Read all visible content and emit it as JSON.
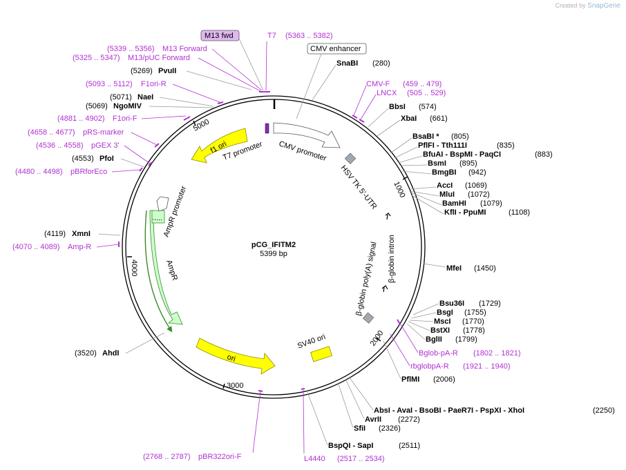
{
  "watermark": {
    "created_by": "Created by",
    "brand": "SnapGene"
  },
  "plasmid": {
    "name": "pCG_IFITM2",
    "length": "5399 bp"
  },
  "ticks": [
    "1000",
    "2000",
    "3000",
    "4000",
    "5000"
  ],
  "features": {
    "f1_ori": "f1 ori",
    "t7_promoter": "T7 promoter",
    "cmv_promoter": "CMV promoter",
    "hsv_utr": "HSV TK 5'-UTR",
    "bglobin_intron": "β-globin intron",
    "bglobin_polya": "β-globin poly(A) signal",
    "sv40_ori": "SV40 ori",
    "ori": "ori",
    "ampr": "AmpR",
    "ampr_promoter": "AmpR promoter"
  },
  "boxed": {
    "m13_fwd": "M13 fwd",
    "cmv_enhancer": "CMV enhancer"
  },
  "primers_top": [
    {
      "name": "T7",
      "range": "(5363 .. 5382)"
    },
    {
      "name": "M13 Forward",
      "range": "(5339 .. 5356)"
    },
    {
      "name": "M13/pUC Forward",
      "range": "(5325 .. 5347)"
    },
    {
      "name": "F1ori-R",
      "range": "(5093 .. 5112)"
    },
    {
      "name": "F1ori-F",
      "range": "(4881 .. 4902)"
    },
    {
      "name": "pRS-marker",
      "range": "(4658 .. 4677)"
    },
    {
      "name": "pGEX 3'",
      "range": "(4536 .. 4558)"
    },
    {
      "name": "pBRforEco",
      "range": "(4480 .. 4498)"
    },
    {
      "name": "Amp-R",
      "range": "(4070 .. 4089)"
    }
  ],
  "enzymes_left": [
    {
      "name": "PvuII",
      "pos": "(5269)"
    },
    {
      "name": "NaeI",
      "pos": "(5071)"
    },
    {
      "name": "NgoMIV",
      "pos": "(5069)"
    },
    {
      "name": "PfoI",
      "pos": "(4553)"
    },
    {
      "name": "XmnI",
      "pos": "(4119)"
    },
    {
      "name": "AhdI",
      "pos": "(3520)"
    }
  ],
  "primers_right": [
    {
      "name": "CMV-F",
      "range": "(459 .. 479)"
    },
    {
      "name": "LNCX",
      "range": "(505 .. 529)"
    },
    {
      "name": "Bglob-pA-R",
      "range": "(1802 .. 1821)"
    },
    {
      "name": "rbglobpA-R",
      "range": "(1921 .. 1940)"
    }
  ],
  "enzymes_right": [
    {
      "name": "SnaBI",
      "pos": "(280)"
    },
    {
      "name": "BbsI",
      "pos": "(574)"
    },
    {
      "name": "XbaI",
      "pos": "(661)"
    },
    {
      "name": "BsaBI *",
      "pos": "(805)"
    },
    {
      "name": "PflFI  -  Tth111I",
      "pos": "(835)"
    },
    {
      "name": "BfuAI  -  BspMI  -  PaqCI",
      "pos": "(883)"
    },
    {
      "name": "BsmI",
      "pos": "(895)"
    },
    {
      "name": "BmgBI",
      "pos": "(942)"
    },
    {
      "name": "AccI",
      "pos": "(1069)"
    },
    {
      "name": "MluI",
      "pos": "(1072)"
    },
    {
      "name": "BamHI",
      "pos": "(1079)"
    },
    {
      "name": "KflI  -  PpuMI",
      "pos": "(1108)"
    },
    {
      "name": "MfeI",
      "pos": "(1450)"
    },
    {
      "name": "Bsu36I",
      "pos": "(1729)"
    },
    {
      "name": "BsgI",
      "pos": "(1755)"
    },
    {
      "name": "MscI",
      "pos": "(1770)"
    },
    {
      "name": "BstXI",
      "pos": "(1778)"
    },
    {
      "name": "BglII",
      "pos": "(1799)"
    },
    {
      "name": "PflMI",
      "pos": "(2006)"
    }
  ],
  "enzymes_bottom": [
    {
      "name": "AbsI  -  AvaI  -  BsoBI  -  PaeR7I  -  PspXI  -  XhoI",
      "pos": "(2250)"
    },
    {
      "name": "AvrII",
      "pos": "(2272)"
    },
    {
      "name": "SfiI",
      "pos": "(2326)"
    },
    {
      "name": "BspQI  -  SapI",
      "pos": "(2511)"
    }
  ],
  "primers_bottom": [
    {
      "name": "pBR322ori-F",
      "range": "(2768 .. 2787)"
    },
    {
      "name": "L4440",
      "range": "(2517 .. 2534)"
    }
  ],
  "colors": {
    "primer": "#b030d0",
    "ori_fill": "#ffff00",
    "ampr_fill": "#ccffcc",
    "ampr_stroke": "#3a8a2a",
    "m13_box": "#e0b8f0",
    "grey_feature": "#a0a8b0"
  }
}
